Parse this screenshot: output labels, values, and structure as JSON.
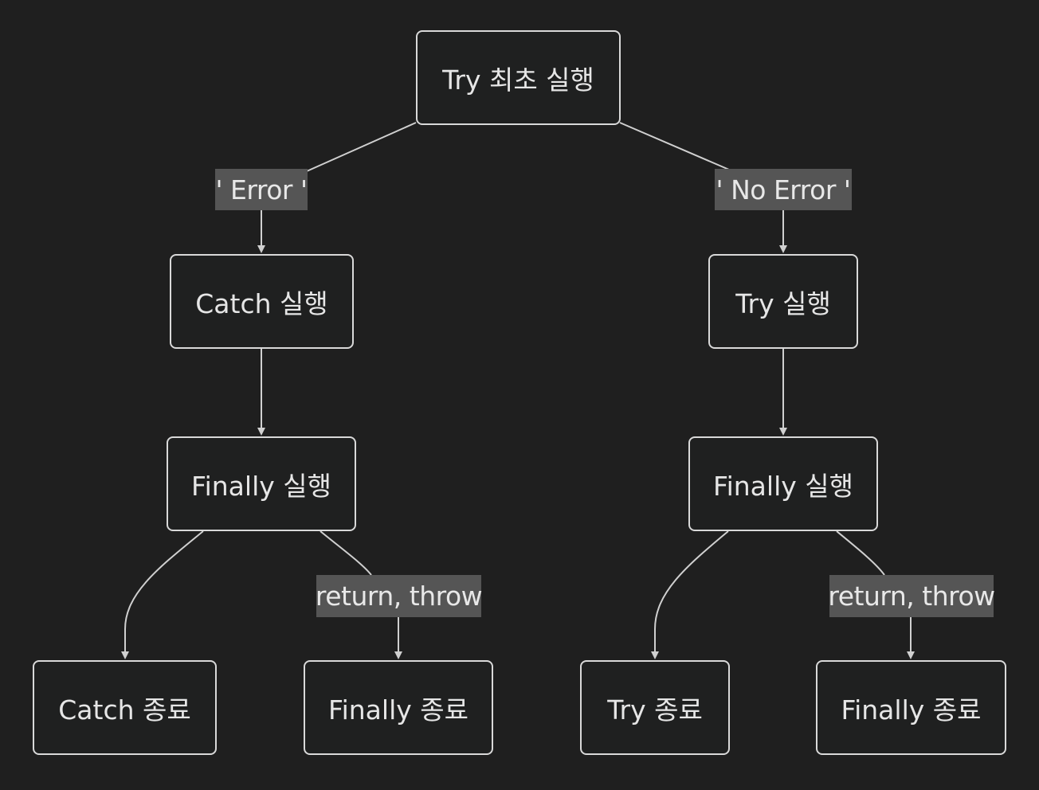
{
  "nodes": {
    "try_first": "Try 최초 실행",
    "catch_run": "Catch 실행",
    "try_run": "Try 실행",
    "finally_run_left": "Finally 실행",
    "finally_run_right": "Finally 실행",
    "catch_end": "Catch 종료",
    "finally_end_left": "Finally 종료",
    "try_end": "Try 종료",
    "finally_end_right": "Finally 종료"
  },
  "edge_labels": {
    "error": "' Error '",
    "no_error": "' No Error '",
    "return_throw_left": "return, throw",
    "return_throw_right": "return, throw"
  },
  "colors": {
    "background": "#1f1f1f",
    "node_border": "#d9d9d9",
    "edge": "#d0d0d0",
    "label_bg": "#555555",
    "text": "#e6e6e6"
  }
}
